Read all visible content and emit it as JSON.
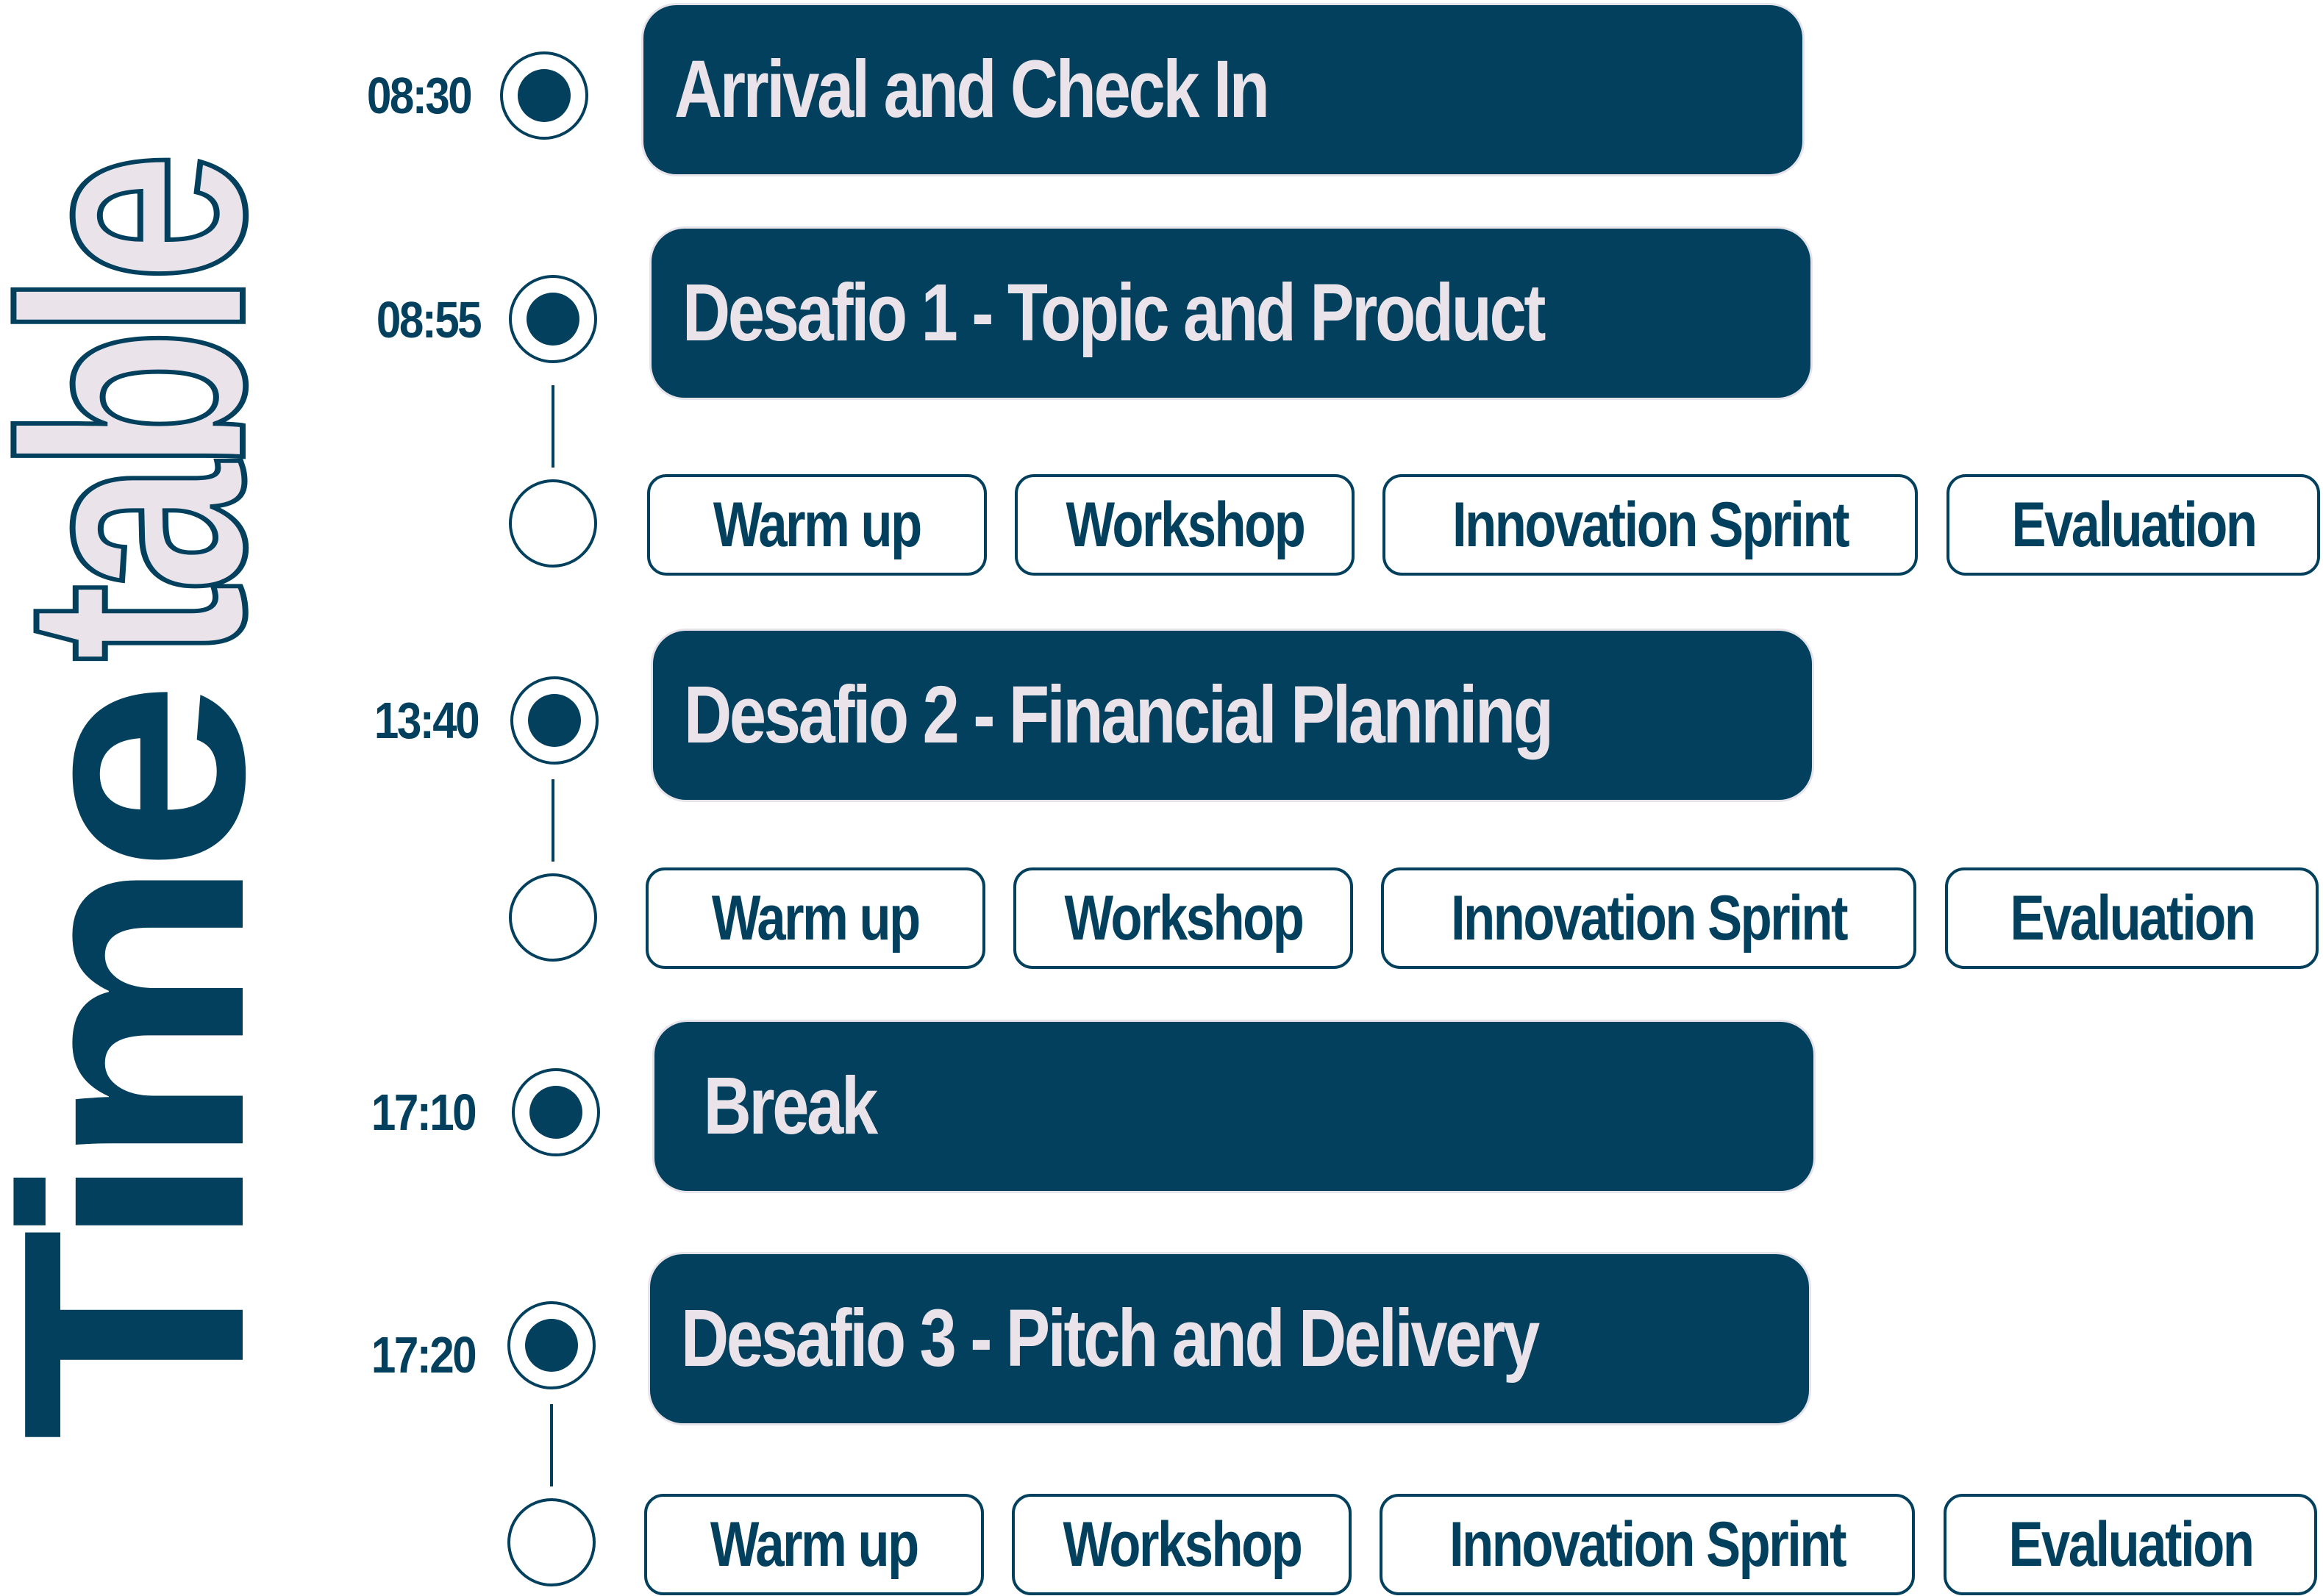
{
  "title": "Timetable",
  "colors": {
    "primary": "#03405e",
    "bar_text": "#ebe3ea",
    "title_fill": "#ebe3ea",
    "background": "#ffffff"
  },
  "events": [
    {
      "time": "08:30",
      "label": "Arrival and Check In"
    },
    {
      "time": "08:55",
      "label": "Desafio 1 - Topic and Product"
    },
    {
      "time": "13:40",
      "label": "Desafio 2 - Financial Planning"
    },
    {
      "time": "17:10",
      "label": "Break"
    },
    {
      "time": "17:20",
      "label": "Desafio 3 - Pitch and Delivery"
    }
  ],
  "activities": {
    "desafio1": [
      "Warm up",
      "Workshop",
      "Innovation Sprint",
      "Evaluation"
    ],
    "desafio2": [
      "Warm up",
      "Workshop",
      "Innovation Sprint",
      "Evaluation"
    ],
    "desafio3": [
      "Warm up",
      "Workshop",
      "Innovation Sprint",
      "Evaluation"
    ]
  }
}
